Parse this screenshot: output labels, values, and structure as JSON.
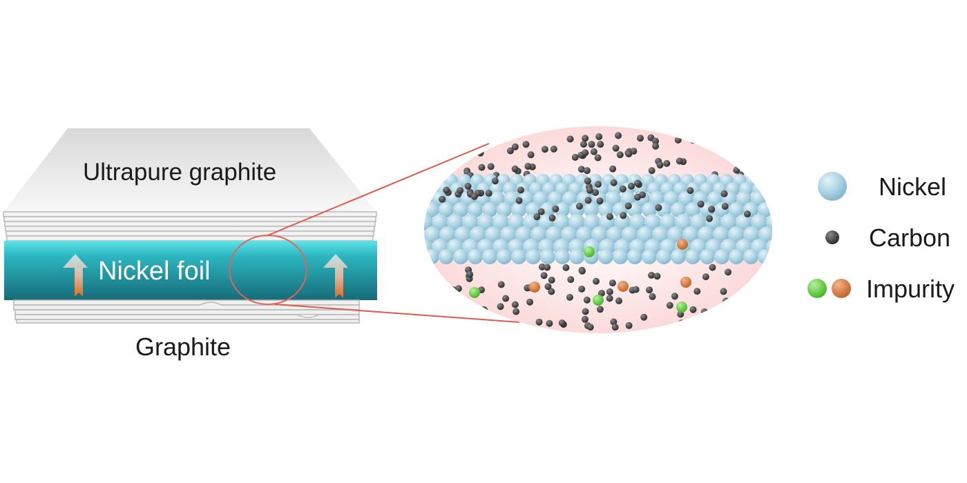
{
  "stack": {
    "top_label": "Ultrapure graphite",
    "foil_label": "Nickel foil",
    "bottom_label": "Graphite"
  },
  "legend": {
    "nickel": "Nickel",
    "carbon": "Carbon",
    "impurity": "Impurity"
  },
  "colors": {
    "nickel": "#a9d3e3",
    "carbon": "#3d3d3d",
    "impurity_green": "#5ccf3c",
    "impurity_orange": "#d87a3a",
    "foil": "#2ab0b8",
    "zoom_line": "#e0584a",
    "zoom_bg": "#fbdcdc"
  }
}
